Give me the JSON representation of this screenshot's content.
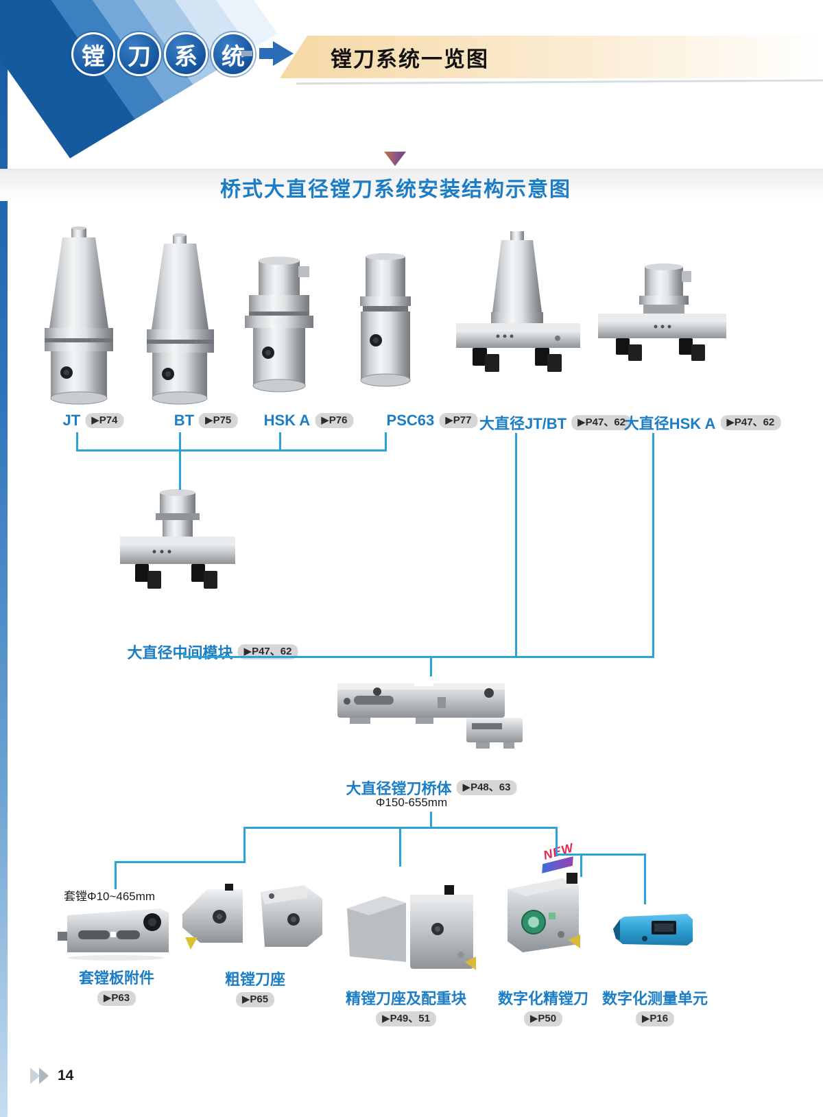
{
  "page": {
    "number": "14"
  },
  "header": {
    "logo_chars": [
      "镗",
      "刀",
      "系",
      "统"
    ],
    "banner_title": "镗刀系统一览图"
  },
  "section": {
    "title": "桥式大直径镗刀系统安装结构示意图"
  },
  "top_tools": [
    {
      "label": "JT",
      "ref": "▶P74"
    },
    {
      "label": "BT",
      "ref": "▶P75"
    },
    {
      "label": "HSK A",
      "ref": "▶P76"
    },
    {
      "label": "PSC63",
      "ref": "▶P77"
    },
    {
      "label": "大直径JT/BT",
      "ref": "▶P47、62"
    },
    {
      "label": "大直径HSK A",
      "ref": "▶P47、62"
    }
  ],
  "middle_module": {
    "label": "大直径中间模块",
    "ref": "▶P47、62"
  },
  "bridge": {
    "label": "大直径镗刀桥体",
    "ref": "▶P48、63",
    "diameter_range": "Φ150-655mm"
  },
  "bottom_tools": [
    {
      "label": "套镗板附件",
      "ref": "▶P63",
      "note": "套镗Φ10~465mm"
    },
    {
      "label": "粗镗刀座",
      "ref": "▶P65"
    },
    {
      "label": "精镗刀座及配重块",
      "ref": "▶P49、51"
    },
    {
      "label": "数字化精镗刀",
      "ref": "▶P50",
      "badge": "NEW"
    },
    {
      "label": "数字化测量单元",
      "ref": "▶P16"
    }
  ],
  "colors": {
    "connector": "#29a3d8",
    "label_blue": "#1a7dc5",
    "badge_bg": "#d6d6d6",
    "banner_gradient_start": "#f5d8a5",
    "new_badge_red": "#e32550"
  }
}
